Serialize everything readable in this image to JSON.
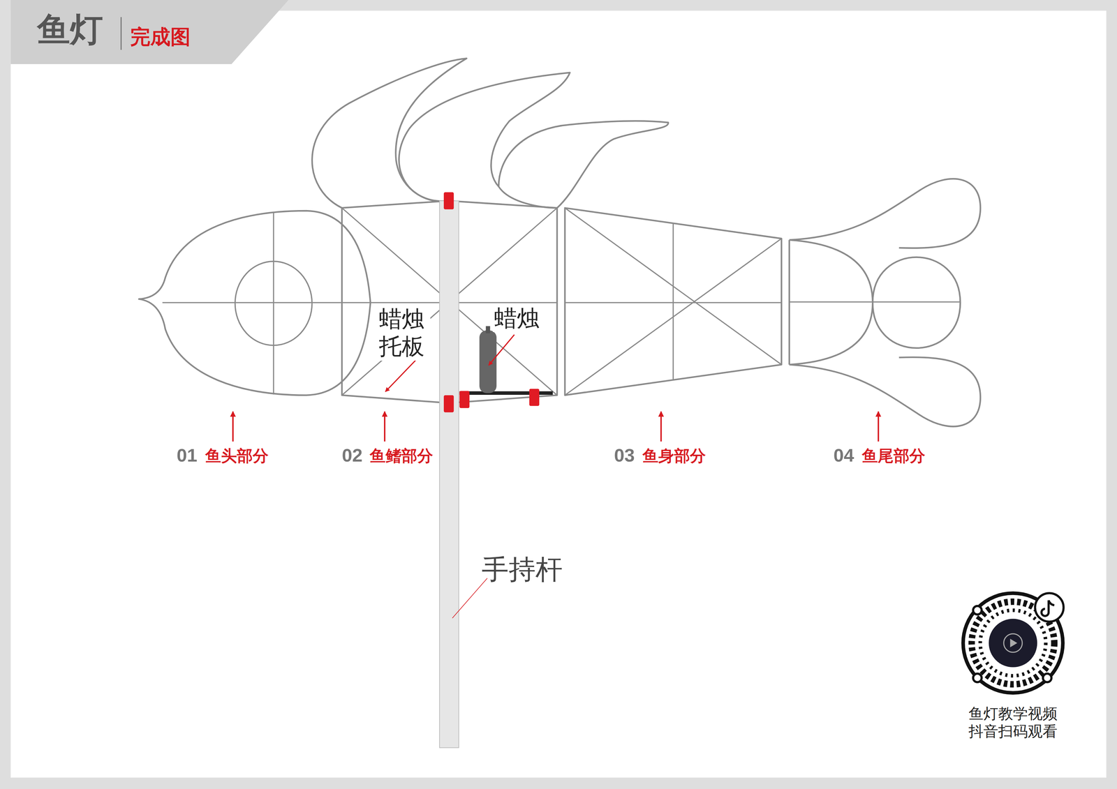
{
  "diagram": {
    "title": "鱼灯",
    "labels": [
      "完成图",
      "蜡烛 托板",
      "蜡烛",
      "01",
      "鱼头部分",
      "02",
      "鱼鳍部分",
      "03",
      "鱼身部分",
      "04",
      "鱼尾部分",
      "手持杆",
      "鱼灯教学视频 抖音扫码观看"
    ]
  }
}
